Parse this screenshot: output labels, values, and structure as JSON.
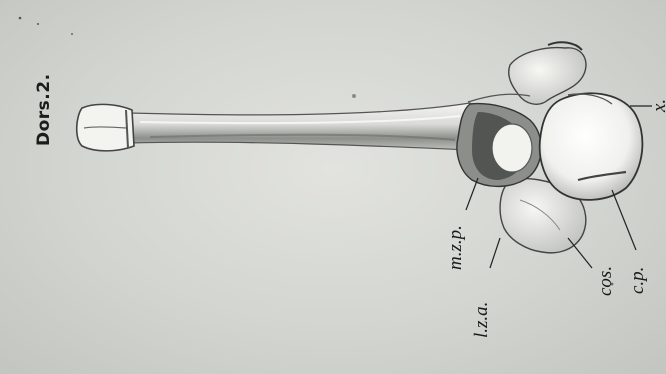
{
  "figure": {
    "title": "Dors.2.",
    "labels": {
      "x": "x.",
      "mzp": "m.z.p.",
      "lza": "l.z.a.",
      "cos": "cos.",
      "cp": "c.p."
    }
  }
}
